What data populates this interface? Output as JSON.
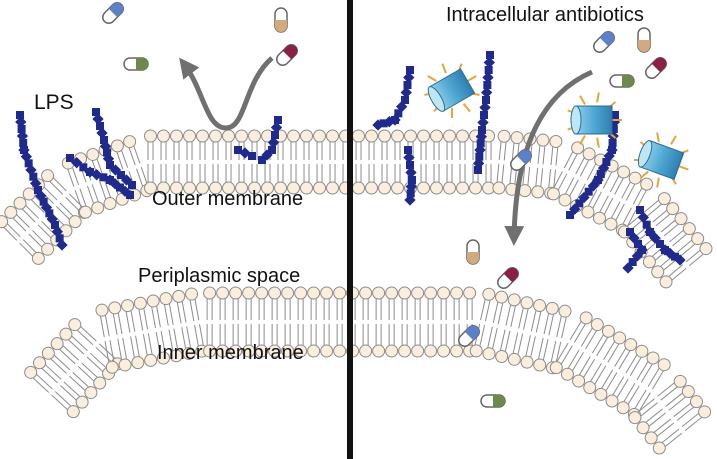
{
  "labels": {
    "lps": "LPS",
    "intracellular_antibiotics": "Intracellular antibiotics",
    "outer_membrane": "Outer membrane",
    "periplasmic_space": "Periplasmic space",
    "inner_membrane": "Inner membrane"
  },
  "colors": {
    "lipid_head": "#fbeedd",
    "lipid_outline": "#8c8c8c",
    "lps": "#1f2a8c",
    "porin": "#5bb0d8",
    "arrow": "#707070",
    "divider": "#111111",
    "capsule_blue": "#5b82c8",
    "capsule_tan": "#d1aa7e",
    "capsule_olive": "#6e8a4a",
    "capsule_maroon": "#8a2048"
  },
  "icons": [
    "capsule-icon",
    "porin-icon",
    "lps-chain-icon",
    "arrow-icon"
  ]
}
